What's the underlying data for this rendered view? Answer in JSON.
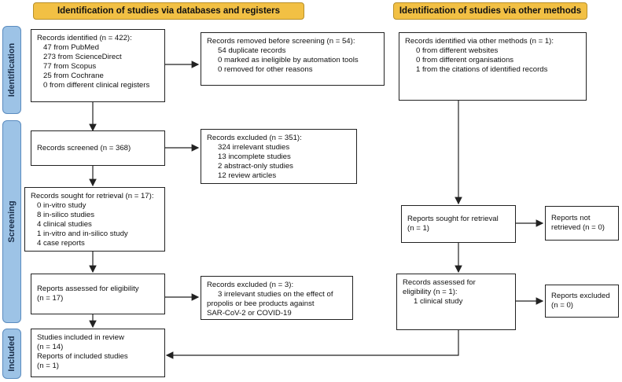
{
  "headers": {
    "databases": "Identification of studies via databases and registers",
    "other": "Identification of studies via other methods"
  },
  "phases": {
    "identification": "Identification",
    "screening": "Screening",
    "included": "Included"
  },
  "boxes": {
    "records_identified": {
      "title": "Records identified (n = 422):",
      "lines": [
        "47 from PubMed",
        "273 from ScienceDirect",
        "77 from Scopus",
        "25 from Cochrane",
        "0 from different clinical registers"
      ]
    },
    "records_removed": {
      "title": "Records removed before screening (n = 54):",
      "lines": [
        "54 duplicate records",
        "0 marked as ineligible by automation tools",
        "0 removed for other reasons"
      ]
    },
    "other_identified": {
      "title": "Records identified via other methods (n = 1):",
      "lines": [
        "0 from different websites",
        "0 from different organisations",
        "1 from the citations of identified records"
      ]
    },
    "records_screened": {
      "title": "Records screened (n = 368)"
    },
    "records_excluded_1": {
      "title": "Records excluded (n = 351):",
      "lines": [
        "324 irrelevant studies",
        "13 incomplete studies",
        "2 abstract-only studies",
        "12 review articles"
      ]
    },
    "sought_retrieval": {
      "title": "Records sought for retrieval (n = 17):",
      "lines": [
        "0 in-vitro study",
        "8 in-silico studies",
        "4 clinical studies",
        "1 in-vitro and in-silico study",
        "4 case reports"
      ]
    },
    "other_sought": {
      "line1": "Reports sought for retrieval",
      "line2": "(n = 1)"
    },
    "not_retrieved": {
      "line1": "Reports not",
      "line2": "retrieved (n = 0)"
    },
    "assessed": {
      "line1": "Reports assessed for eligibility",
      "line2": "(n = 17)"
    },
    "records_excluded_2": {
      "title": "Records excluded (n = 3):",
      "lines": [
        "3 irrelevant studies on the effect of",
        "propolis or bee products against",
        "SAR-CoV-2 or COVID-19"
      ]
    },
    "other_assessed": {
      "line1": "Records assessed for",
      "line2": "eligibility (n = 1):",
      "line3": "1 clinical study"
    },
    "other_excluded": {
      "line1": "Reports excluded",
      "line2": "(n = 0)"
    },
    "included": {
      "line1": "Studies included in review",
      "line2": "(n = 14)",
      "line3": "Reports of included studies",
      "line4": "(n = 1)"
    }
  }
}
